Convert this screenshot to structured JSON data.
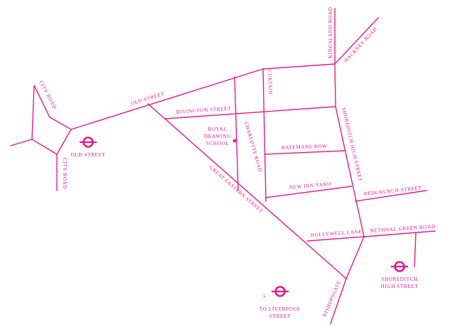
{
  "colors": {
    "ink": "#e8198b",
    "background": "#ffffff"
  },
  "roads": {
    "city_road_north": "CITY ROAD",
    "city_road_south": "CITY ROAD",
    "old_street": "OLD STREET",
    "rivington_street": "RIVINGTON STREET",
    "curtain": "CURTAIN",
    "kingsland_road": "KINGSLAND ROAD",
    "hackney_road": "HACKNEY ROAD",
    "shoreditch_high_street": "SHOREDITCH HIGH STREET",
    "charlotte_road": "CHARLOTTE ROAD",
    "great_eastern_street": "GREAT EASTERN STREET",
    "batemans_row": "BATEMANS ROW",
    "new_inn_yard": "NEW INN YARD",
    "redchurch_street": "REDCHURCH STREET",
    "hollywell_lane": "HOLLYWELL LANE",
    "bethnal_green_road": "BETHNAL GREEN ROAD",
    "bishopsgate": "BISHOPSGATE"
  },
  "landmark": {
    "lines": [
      "ROYAL",
      "DRAWING",
      "SCHOOL"
    ]
  },
  "stations": {
    "old_street": {
      "lines": [
        "OLD STREET"
      ],
      "icon": "underground-roundel-icon"
    },
    "shoreditch": {
      "lines": [
        "SHOREDITCH",
        "HIGH STREET"
      ],
      "icon": "underground-roundel-icon"
    },
    "liverpool": {
      "lines": [
        "TO LIVERPOOL",
        "STREET"
      ],
      "arrow": "↓",
      "icon": "underground-roundel-icon"
    }
  }
}
